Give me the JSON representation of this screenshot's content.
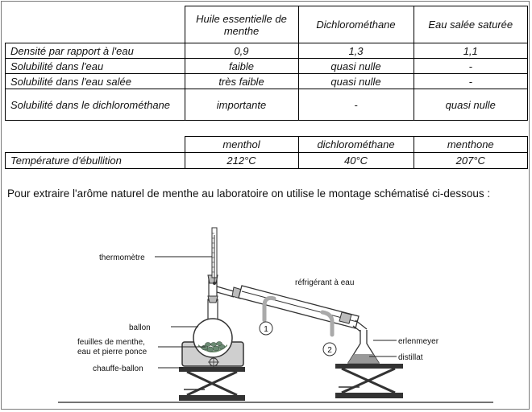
{
  "table1": {
    "headers": [
      "",
      "Huile essentielle de menthe",
      "Dichlorométhane",
      "Eau salée saturée"
    ],
    "rows": [
      [
        "Densité par rapport à l'eau",
        "0,9",
        "1,3",
        "1,1"
      ],
      [
        "Solubilité dans l'eau",
        "faible",
        "quasi nulle",
        "-"
      ],
      [
        "Solubilité dans l'eau salée",
        "très faible",
        "quasi nulle",
        "-"
      ],
      [
        "Solubilité dans le dichlorométhane",
        "importante",
        "-",
        "quasi nulle"
      ]
    ]
  },
  "table2": {
    "headers": [
      "",
      "menthol",
      "dichlorométhane",
      "menthone"
    ],
    "rows": [
      [
        "Température d'ébullition",
        "212°C",
        "40°C",
        "207°C"
      ]
    ]
  },
  "intro_text": "Pour extraire l'arôme naturel de menthe au laboratoire on utilise le montage schématisé ci-dessous :",
  "diagram": {
    "labels": {
      "thermometre": "thermomètre",
      "refrigerant": "réfrigérant à eau",
      "ballon": "ballon",
      "feuilles_line1": "feuilles de menthe,",
      "feuilles_line2": "eau et pierre ponce",
      "chauffe_ballon": "chauffe-ballon",
      "erlenmeyer": "erlenmeyer",
      "distillat": "distillat",
      "marker_1": "1",
      "marker_2": "2"
    }
  }
}
